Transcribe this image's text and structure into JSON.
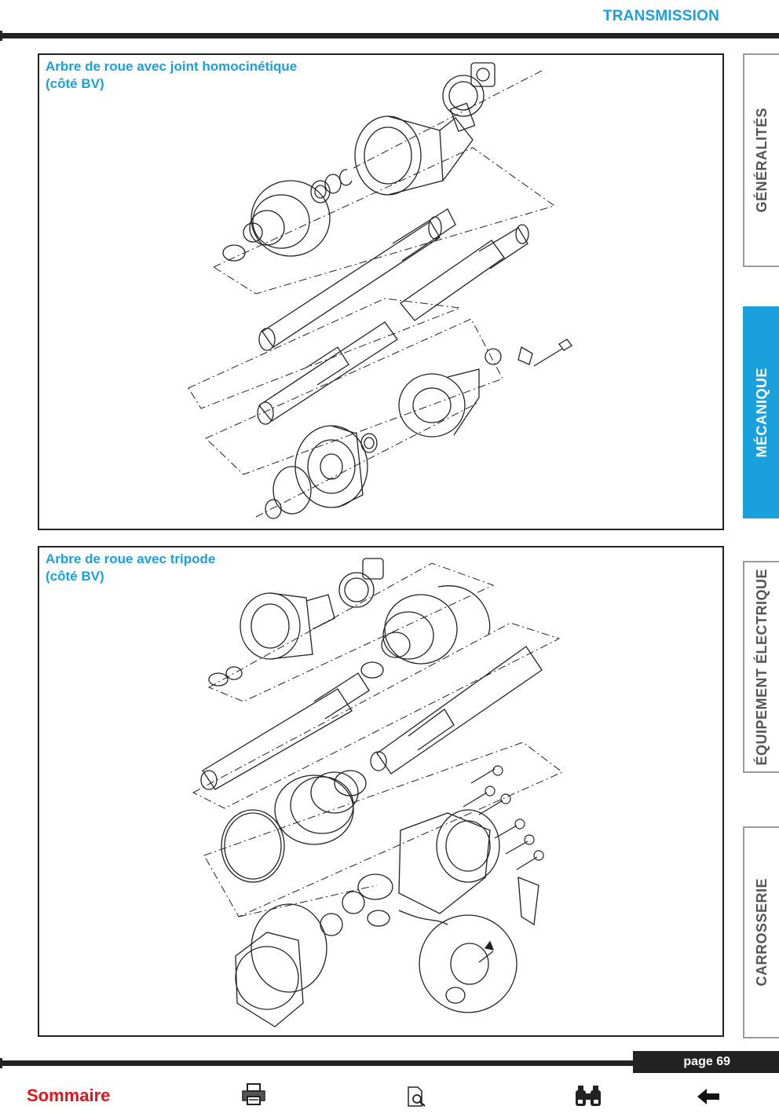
{
  "header": {
    "section": "TRANSMISSION"
  },
  "figures": [
    {
      "title_line1": "Arbre de roue avec joint homocinétique",
      "title_line2": "(côté BV)"
    },
    {
      "title_line1": "Arbre de roue avec tripode",
      "title_line2": "(côté BV)"
    }
  ],
  "side_tabs": [
    {
      "label": "GÉNÉRALITÉS",
      "active": false
    },
    {
      "label": "MÉCANIQUE",
      "active": true
    },
    {
      "label": "ÉQUIPEMENT ÉLECTRIQUE",
      "active": false
    },
    {
      "label": "CARROSSERIE",
      "active": false
    }
  ],
  "footer": {
    "page_label": "page 69",
    "summary_link": "Sommaire",
    "icons": [
      "printer-icon",
      "page-search-icon",
      "binoculars-icon",
      "back-arrow-icon"
    ]
  },
  "colors": {
    "accent": "#1aa1dc",
    "link": "#e3141b",
    "rule": "#222222"
  }
}
